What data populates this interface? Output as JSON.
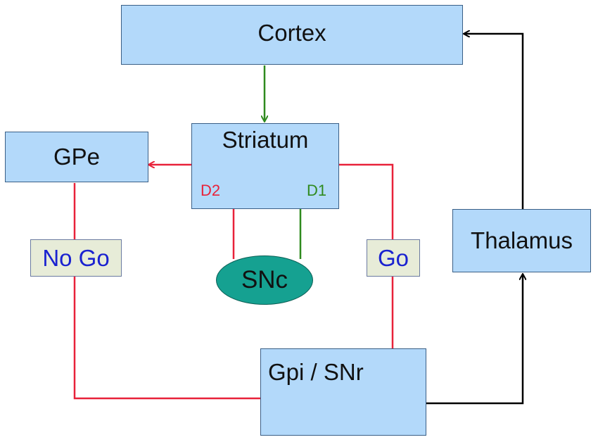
{
  "nodes": {
    "cortex": "Cortex",
    "striatum": "Striatum",
    "gpe": "GPe",
    "thalamus": "Thalamus",
    "gpi_snr": "Gpi / SNr",
    "snc": "SNc"
  },
  "pathway_labels": {
    "no_go": "No Go",
    "go": "Go"
  },
  "receptor_labels": {
    "d2": "D2",
    "d1": "D1"
  },
  "colors": {
    "box_fill": "#b3d9fa",
    "tag_fill": "#e7ecd8",
    "snc_fill": "#15a191",
    "red_path": "#e8223a",
    "green_path": "#2f8a1e",
    "black_path": "#000000"
  }
}
